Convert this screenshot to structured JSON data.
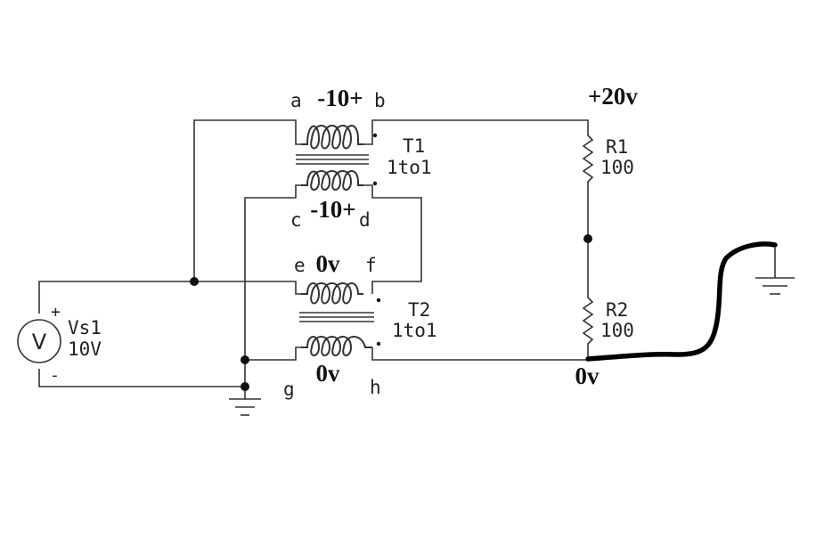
{
  "terminals": {
    "a": "a",
    "b": "b",
    "c": "c",
    "d": "d",
    "e": "e",
    "f": "f",
    "g": "g",
    "h": "h"
  },
  "voltages": {
    "t1_primary": "-10+",
    "t1_secondary": "-10+",
    "t2_primary": "0v",
    "t2_secondary": "0v",
    "top_node": "+20v",
    "bottom_node": "0v"
  },
  "transformers": [
    {
      "name": "T1",
      "ratio": "1to1"
    },
    {
      "name": "T2",
      "ratio": "1to1"
    }
  ],
  "resistors": [
    {
      "name": "R1",
      "value": "100"
    },
    {
      "name": "R2",
      "value": "100"
    }
  ],
  "source": {
    "name": "Vs1",
    "value": "10V",
    "symbol": "V",
    "plus": "+",
    "minus": "-"
  },
  "icons": [
    "ground-icon",
    "voltmeter-icon",
    "transformer-icon",
    "resistor-icon"
  ],
  "colors": {
    "wire": "#333333",
    "ink": "#000000",
    "background": "#ffffff"
  }
}
